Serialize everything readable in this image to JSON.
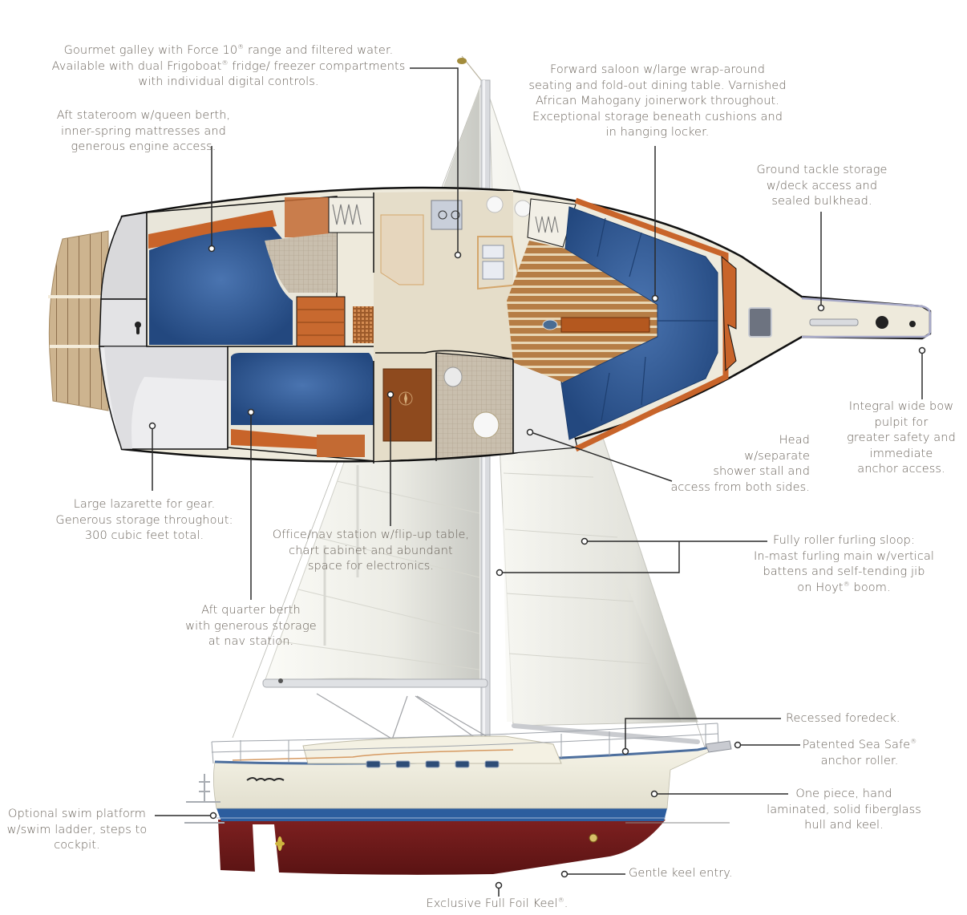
{
  "diagram": {
    "subject": "Cruising sloop — deck plan (top view) and sail profile (side view)",
    "colors": {
      "text": "#6b645c",
      "leader": "#2b2b2b",
      "cushion_blue": "#2f5b9a",
      "mahogany": "#c8642a",
      "teak_sole": "#b07a44",
      "hull_cream": "#f1eedf",
      "boot_stripe": "#2c5d9e",
      "bottom_paint": "#6e1a1a",
      "sail": "#ecece6"
    },
    "callouts": [
      {
        "id": "galley",
        "text": "Gourmet galley with Force 10® range and filtered water.\nAvailable with dual Frigoboat® fridge/ freezer compartments\nwith individual digital controls."
      },
      {
        "id": "aft-stateroom",
        "text": "Aft stateroom w/queen berth,\ninner-spring mattresses and\ngenerous engine access."
      },
      {
        "id": "forward-saloon",
        "text": "Forward saloon w/large wrap-around\nseating and fold-out dining table. Varnished\nAfrican Mahogany joinerwork throughout.\nExceptional storage beneath cushions and\nin hanging locker."
      },
      {
        "id": "ground-tackle",
        "text": "Ground tackle storage\nw/deck access and\nsealed bulkhead."
      },
      {
        "id": "bow-pulpit",
        "text": "Integral wide bow\npulpit for\ngreater safety and\nimmediate\nanchor access."
      },
      {
        "id": "head",
        "text": "Head\nw/separate\nshower stall and\naccess from both sides."
      },
      {
        "id": "lazarette",
        "text": "Large lazarette for gear.\nGenerous storage throughout:\n300 cubic feet total."
      },
      {
        "id": "nav-station",
        "text": "Office/nav station w/flip-up table,\nchart cabinet and abundant\nspace for electronics."
      },
      {
        "id": "roller-furling",
        "text": "Fully roller furling sloop:\nIn-mast furling main w/vertical\nbattens and self-tending jib\non Hoyt® boom."
      },
      {
        "id": "aft-quarter-berth",
        "text": "Aft quarter berth\nwith generous storage\nat nav station."
      },
      {
        "id": "recessed-foredeck",
        "text": "Recessed foredeck."
      },
      {
        "id": "anchor-roller",
        "text": "Patented Sea Safe®\nanchor roller."
      },
      {
        "id": "hull",
        "text": "One piece, hand\nlaminated, solid fiberglass\nhull and keel."
      },
      {
        "id": "swim-platform",
        "text": "Optional swim platform\nw/swim ladder, steps to\ncockpit."
      },
      {
        "id": "keel-entry",
        "text": "Gentle keel entry."
      },
      {
        "id": "full-foil-keel",
        "text": "Exclusive Full Foil Keel®."
      }
    ]
  }
}
